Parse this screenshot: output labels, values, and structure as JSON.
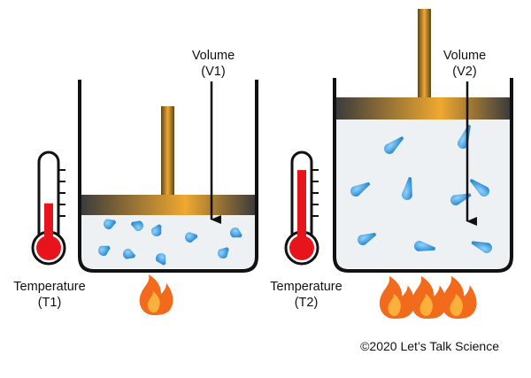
{
  "left_setup": {
    "volume_label": "Volume",
    "volume_symbol": "(V1)",
    "temperature_label": "Temperature",
    "temperature_symbol": "(T1)",
    "thermometer_fill_fraction": 0.45,
    "flame_count": 1
  },
  "right_setup": {
    "volume_label": "Volume",
    "volume_symbol": "(V2)",
    "temperature_label": "Temperature",
    "temperature_symbol": "(T2)",
    "thermometer_fill_fraction": 0.85,
    "flame_count": 3
  },
  "credit": "©2020 Let’s Talk Science",
  "colors": {
    "container": "#111111",
    "gas_fill": "#edf1f4",
    "particle": "#2b8fd4",
    "piston_gradient": [
      "#444444",
      "#f0a830",
      "#444444"
    ],
    "mercury": "#e8141c",
    "flame_outer": "#f26b1d",
    "flame_inner": "#fbb03b"
  }
}
